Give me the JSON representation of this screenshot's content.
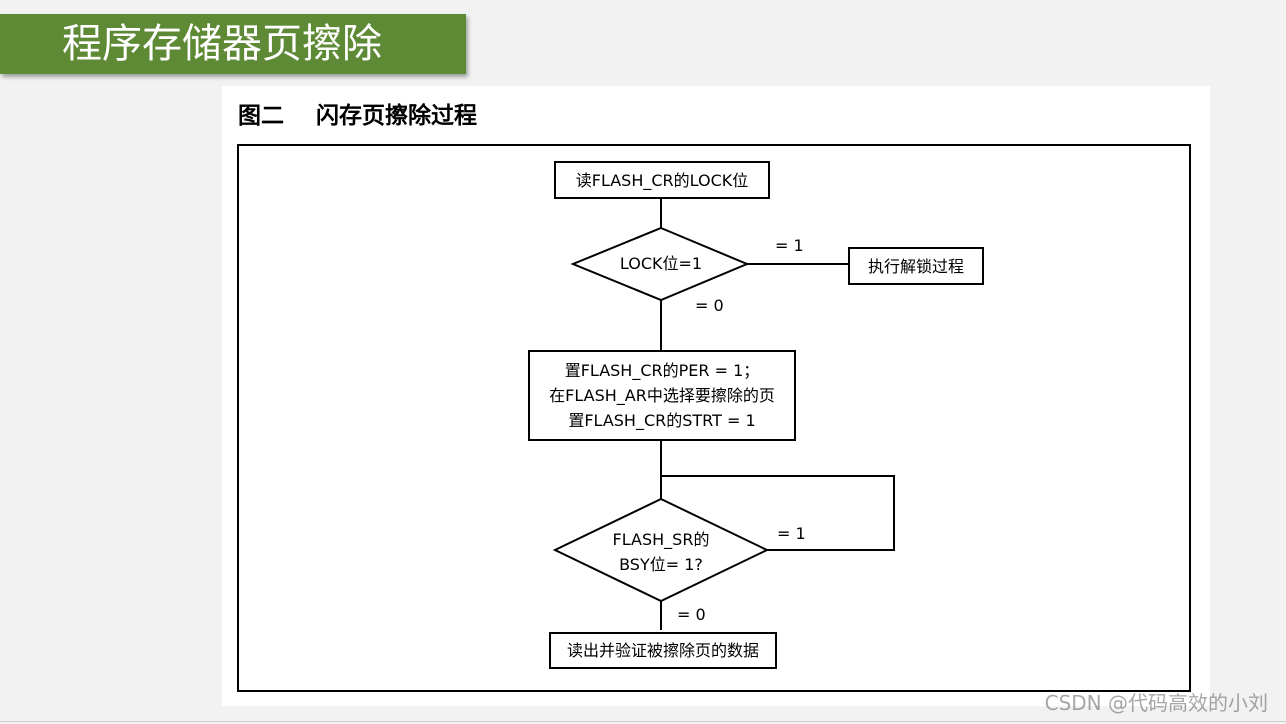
{
  "slide": {
    "title": "程序存储器页擦除",
    "banner_color": "#5e8a35",
    "watermark": "CSDN @代码高效的小刘"
  },
  "figure": {
    "caption": "图二    闪存页擦除过程"
  },
  "flowchart": {
    "read_lock": "读FLASH_CR的LOCK位",
    "lock_check": "LOCK位=1",
    "lock_yes": "= 1",
    "lock_no": "= 0",
    "unlock": "执行解锁过程",
    "set_per": "置FLASH_CR的PER = 1；",
    "select_page": "在FLASH_AR中选择要擦除的页",
    "set_strt": "置FLASH_CR的STRT = 1",
    "bsy_check_line1": "FLASH_SR的",
    "bsy_check_line2": "BSY位= 1?",
    "bsy_yes": "= 1",
    "bsy_no": "= 0",
    "verify": "读出并验证被擦除页的数据"
  }
}
